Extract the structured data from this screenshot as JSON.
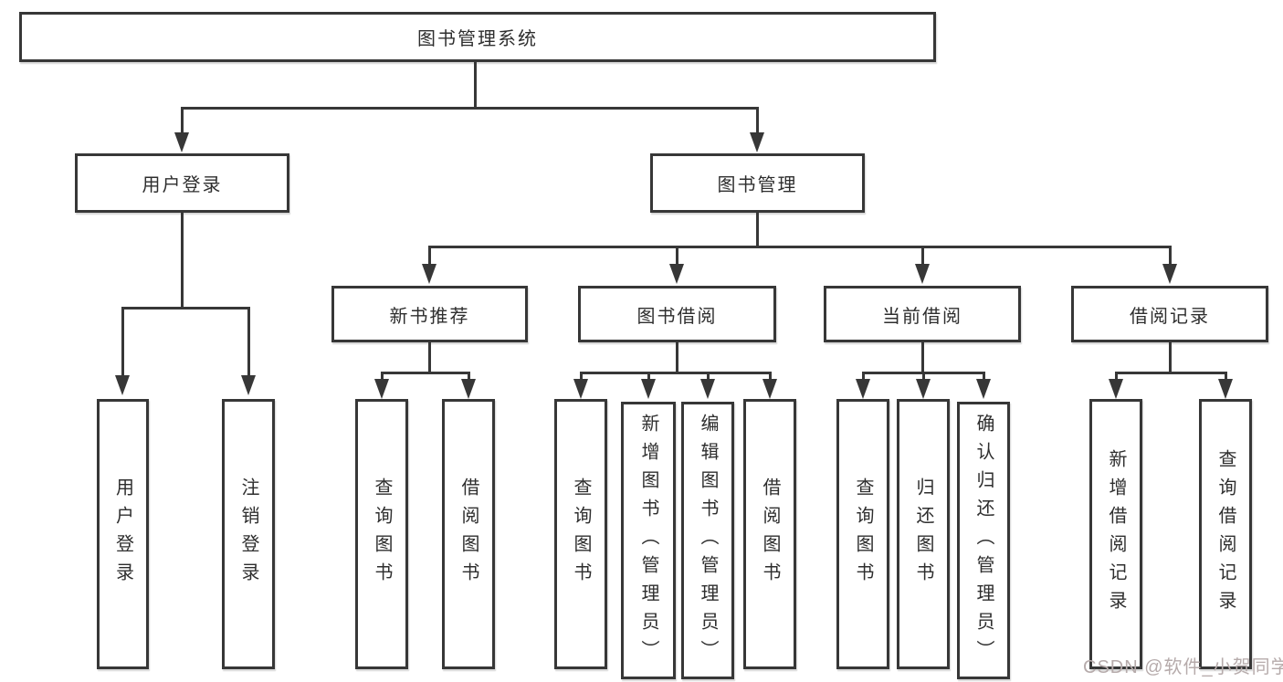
{
  "nodes": {
    "root": {
      "label": "图书管理系统"
    },
    "user_login": {
      "label": "用户登录"
    },
    "book_mgmt": {
      "label": "图书管理"
    },
    "new_book": {
      "label": "新书推荐"
    },
    "book_borrow": {
      "label": "图书借阅"
    },
    "current_borrow": {
      "label": "当前借阅"
    },
    "borrow_history": {
      "label": "借阅记录"
    },
    "leaf_user_login": {
      "label": "用户登录"
    },
    "leaf_logout": {
      "label": "注销登录"
    },
    "leaf_newbook_query": {
      "label": "查询图书"
    },
    "leaf_newbook_borrow": {
      "label": "借阅图书"
    },
    "leaf_borrow_query": {
      "label": "查询图书"
    },
    "leaf_borrow_add": {
      "label": "新增图书（管理员）"
    },
    "leaf_borrow_edit": {
      "label": "编辑图书（管理员）"
    },
    "leaf_borrow_borrow": {
      "label": "借阅图书"
    },
    "leaf_current_query": {
      "label": "查询图书"
    },
    "leaf_current_return": {
      "label": "归还图书"
    },
    "leaf_current_confirm": {
      "label": "确认归还（管理员）"
    },
    "leaf_history_add": {
      "label": "新增借阅记录"
    },
    "leaf_history_query": {
      "label": "查询借阅记录"
    }
  },
  "structure": {
    "root_children": [
      "用户登录",
      "图书管理"
    ],
    "用户登录": [
      "用户登录",
      "注销登录"
    ],
    "图书管理": [
      "新书推荐",
      "图书借阅",
      "当前借阅",
      "借阅记录"
    ],
    "新书推荐": [
      "查询图书",
      "借阅图书"
    ],
    "图书借阅": [
      "查询图书",
      "新增图书（管理员）",
      "编辑图书（管理员）",
      "借阅图书"
    ],
    "当前借阅": [
      "查询图书",
      "归还图书",
      "确认归还（管理员）"
    ],
    "借阅记录": [
      "新增借阅记录",
      "查询借阅记录"
    ]
  },
  "watermark": {
    "text": "CSDN @软件_小贺同学",
    "color": "#b6abab"
  },
  "colors": {
    "line": "#373737",
    "box_border": "#373737",
    "text": "#2e2e2e",
    "background": "#ffffff"
  }
}
